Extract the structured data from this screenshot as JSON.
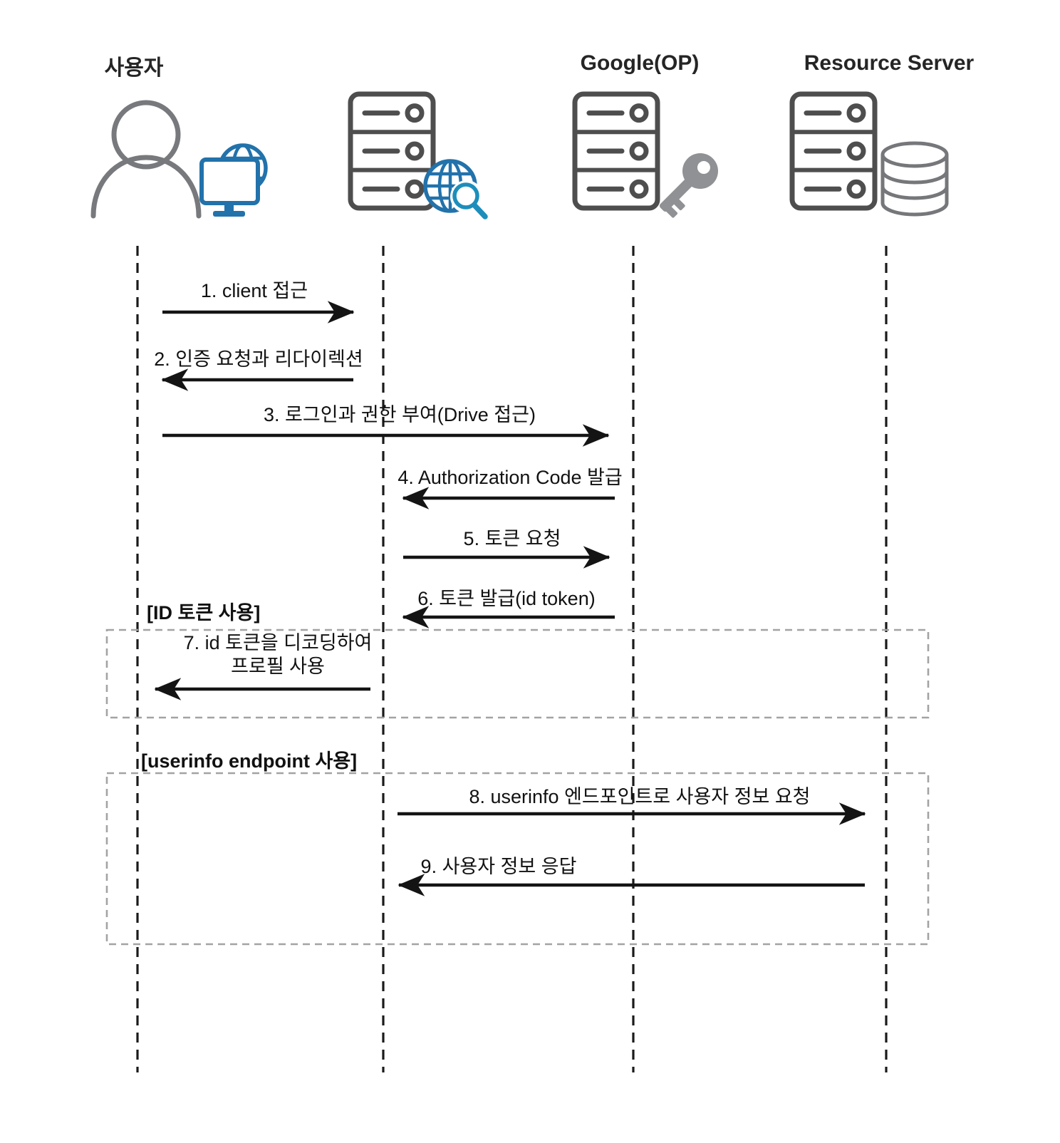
{
  "diagram_type": "sequence",
  "actors": [
    {
      "name": "사용자",
      "icon": "person-with-browser-icon"
    },
    {
      "name": "",
      "icon": "server-with-web-search-icon"
    },
    {
      "name": "Google(OP)",
      "icon": "server-with-key-icon"
    },
    {
      "name": "Resource Server",
      "icon": "server-with-database-icon"
    }
  ],
  "fragments": [
    {
      "label": "[ID 토큰 사용]"
    },
    {
      "label": "[userinfo endpoint 사용]"
    }
  ],
  "messages": [
    {
      "label": "1. client 접근",
      "from": "사용자",
      "to": "client",
      "direction": "right"
    },
    {
      "label": "2. 인증 요청과 리다이렉션",
      "from": "client",
      "to": "사용자",
      "direction": "left"
    },
    {
      "label": "3. 로그인과 권한 부여(Drive 접근)",
      "from": "사용자",
      "to": "Google(OP)",
      "direction": "right"
    },
    {
      "label": "4. Authorization Code 발급",
      "from": "Google(OP)",
      "to": "client",
      "direction": "left"
    },
    {
      "label": "5. 토큰 요청",
      "from": "client",
      "to": "Google(OP)",
      "direction": "right"
    },
    {
      "label": "6. 토큰 발급(id token)",
      "from": "Google(OP)",
      "to": "client",
      "direction": "left"
    },
    {
      "label": "7. id 토큰을 디코딩하여\n프로필 사용",
      "from": "client",
      "to": "사용자",
      "direction": "left"
    },
    {
      "label": "8. userinfo 엔드포인트로 사용자 정보 요청",
      "from": "client",
      "to": "Resource Server",
      "direction": "right"
    },
    {
      "label": "9. 사용자 정보 응답",
      "from": "Resource Server",
      "to": "client",
      "direction": "left"
    }
  ],
  "colors": {
    "arrow": "#141414",
    "lifeline": "#1a1a1a",
    "fragment_frame": "#a3a3a3",
    "server_icon": "#4e4e4e",
    "person_icon": "#77797c",
    "browser_blue": "#2272ab",
    "magnifier_blue": "#1d8ebb",
    "key_gray": "#8f9194",
    "database_gray": "#75777a"
  }
}
